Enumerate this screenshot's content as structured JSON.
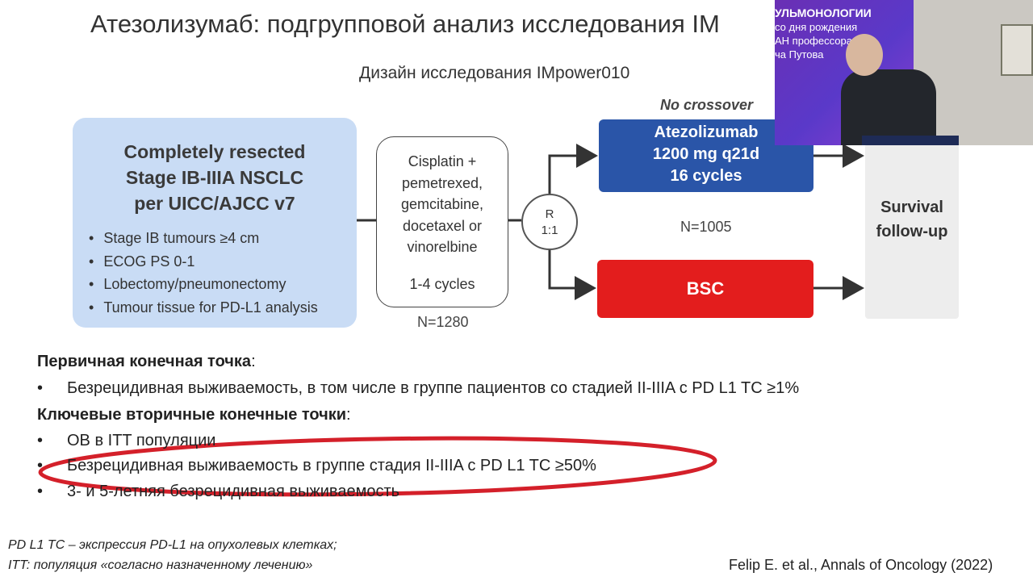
{
  "slide": {
    "title": "Атезолизумаб: подгрупповой анализ исследования IM",
    "subtitle": "Дизайн исследования IMpower010"
  },
  "design": {
    "population": {
      "heading_lines": [
        "Completely resected",
        "Stage IB-IIIA NSCLC",
        "per UICC/AJCC v7"
      ],
      "criteria": [
        "Stage IB tumours ≥4 cm",
        "ECOG PS 0-1",
        "Lobectomy/pneumonectomy",
        "Tumour tissue for PD-L1 analysis"
      ]
    },
    "chemo": {
      "lines": [
        "Cisplatin +",
        "pemetrexed,",
        "gemcitabine,",
        "docetaxel or",
        "vinorelbine"
      ],
      "cycles": "1-4 cycles",
      "n": "N=1280"
    },
    "randomisation": {
      "line1": "R",
      "line2": "1:1"
    },
    "no_crossover": "No crossover",
    "atezo_arm": {
      "lines": [
        "Atezolizumab",
        "1200 mg q21d",
        "16 cycles"
      ]
    },
    "n_arms": "N=1005",
    "bsc_arm": "BSC",
    "survival": {
      "lines": [
        "Survival",
        "follow-up"
      ]
    }
  },
  "endpoints": {
    "primary_heading": "Первичная конечная точка",
    "primary_items": [
      "Безрецидивная выживаемость, в том числе в группе пациентов со стадией II-IIIA с PD L1 TC ≥1%"
    ],
    "secondary_heading": "Ключевые вторичные конечные точки",
    "secondary_items": [
      "ОВ в ITT популяции",
      "Безрецидивная выживаемость в группе стадия II-IIIA с PD L1 TC ≥50%",
      "3- и 5-летняя безрецидивная выживаемость"
    ]
  },
  "footnotes": [
    "PD L1 TC – экспрессия PD-L1 на опухолевых клетках;",
    "ITT: популяция «согласно назначенному лечению»"
  ],
  "citation": "Felip E. et al., Annals of Oncology (2022)",
  "video_inset": {
    "banner_lines": [
      "УЛЬМОНОЛОГИИ",
      "со дня рождения",
      "АН профессора",
      "ча Путова"
    ]
  },
  "colors": {
    "atezo_blue": "#2a55a8",
    "bsc_red": "#e31d1d",
    "population_blue": "#c9dcf5",
    "highlight_ellipse": "#d4202a"
  }
}
